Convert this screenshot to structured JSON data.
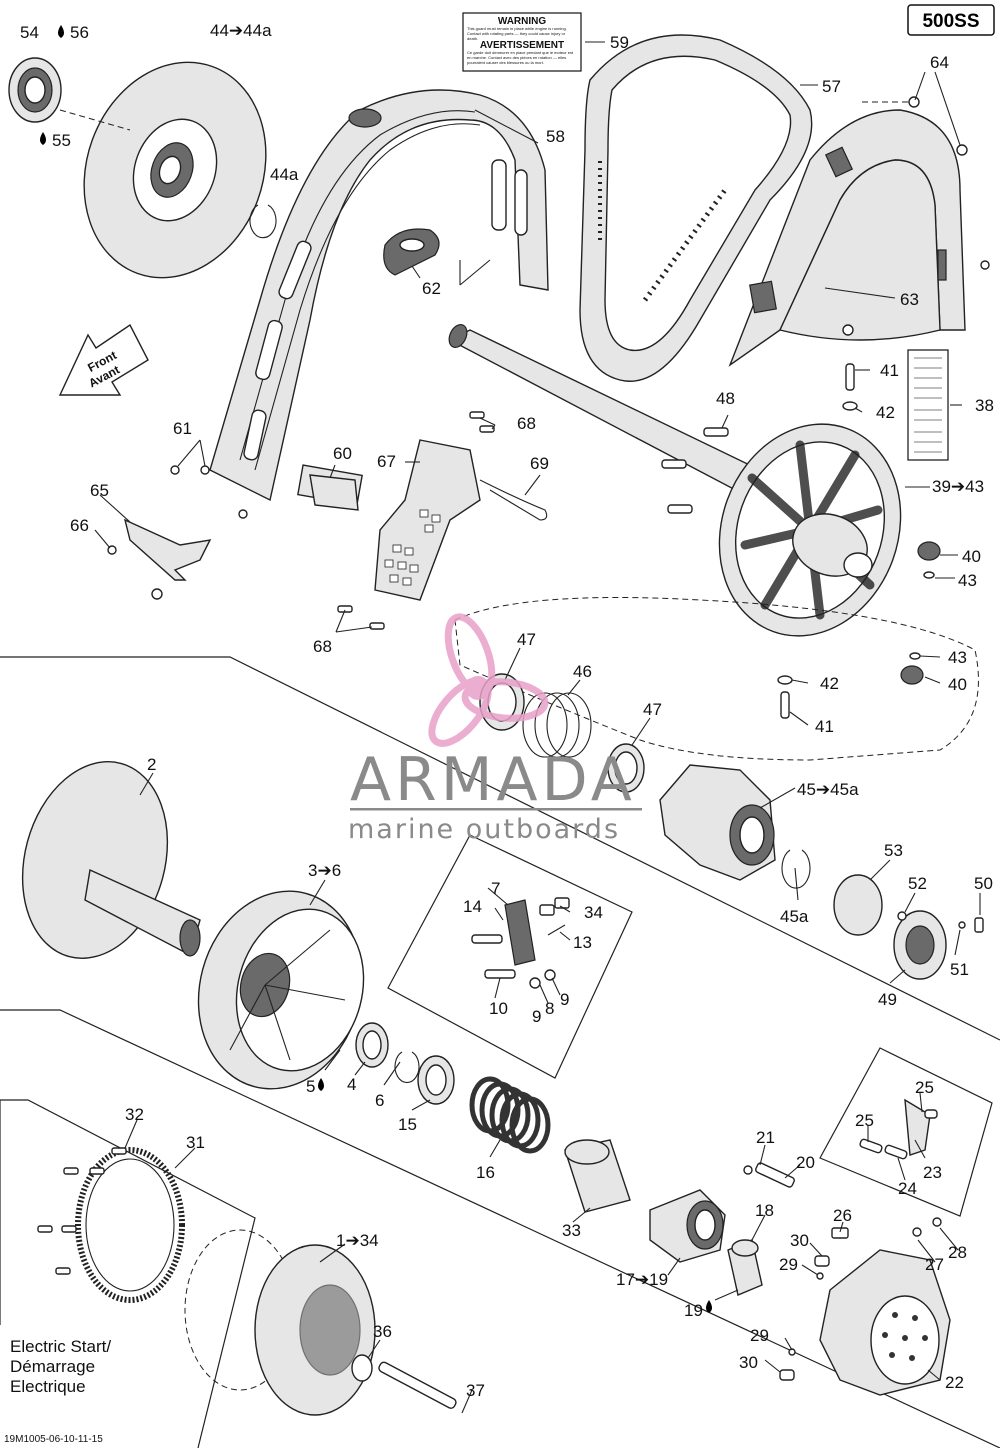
{
  "model_badge": "500SS",
  "diagram_code": "19M1005-06-10-11-15",
  "front_arrow": {
    "line1": "Front",
    "line2": "Avant"
  },
  "electric_start": {
    "line1": "Electric Start/",
    "line2": "Démarrage",
    "line3": "Electrique"
  },
  "watermark": {
    "brand": "ARMADA",
    "tagline": "marine outboards",
    "color": "#e8a0c8"
  },
  "decal": {
    "warning_title": "WARNING",
    "warning_text": "This guard must remain in place while engine is running. Contact with rotating parts — they could cause injury or death.",
    "avert_title": "AVERTISSEMENT",
    "avert_text": "Ce garde doit demeurer en place pendant que le moteur est en marche. Contact avec des pièces en rotation — elles pourraient causer des blessures ou la mort."
  },
  "callouts": [
    "54",
    "56",
    "55",
    "44➔44a",
    "44a",
    "59",
    "57",
    "58",
    "64",
    "62",
    "63",
    "41",
    "42",
    "38",
    "48",
    "39➔43",
    "40",
    "43",
    "61",
    "60",
    "68",
    "67",
    "69",
    "65",
    "66",
    "68",
    "47",
    "46",
    "47",
    "43",
    "42",
    "40",
    "41",
    "2",
    "45➔45a",
    "3➔6",
    "7",
    "14",
    "34",
    "13",
    "10",
    "8",
    "9",
    "9",
    "53",
    "52",
    "50",
    "45a",
    "51",
    "49",
    "5",
    "4",
    "6",
    "15",
    "16",
    "25",
    "25",
    "23",
    "24",
    "21",
    "20",
    "32",
    "31",
    "1➔34",
    "33",
    "18",
    "26",
    "28",
    "27",
    "30",
    "29",
    "17➔19",
    "19",
    "29",
    "30",
    "22",
    "36",
    "37"
  ]
}
